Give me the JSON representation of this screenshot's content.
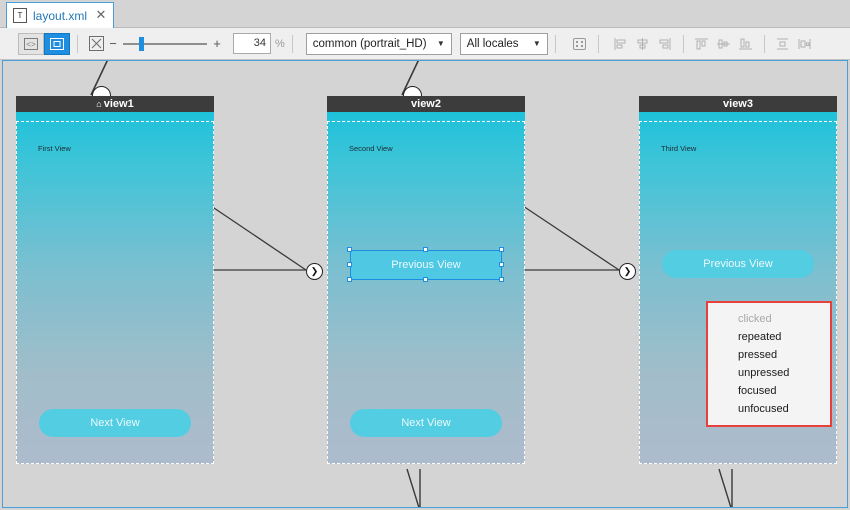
{
  "tab": {
    "label": "layout.xml",
    "icon": "text-file-icon",
    "close_icon": "close-icon"
  },
  "toolbar": {
    "source_toggle": "source-view-icon",
    "design_toggle": "design-view-icon",
    "fit_icon": "fit-to-screen-icon",
    "zoom_minus": "−",
    "zoom_plus": "+",
    "zoom_value": "34",
    "zoom_unit": "%",
    "profile_select": {
      "value": "common (portrait_HD)",
      "caret": "▼"
    },
    "locale_select": {
      "value": "All locales",
      "caret": "▼"
    },
    "grid_icon": "grid-settings-icon",
    "align_icons": [
      "align-left-icon",
      "align-center-horizontal-icon",
      "align-right-icon",
      "align-top-icon",
      "align-middle-vertical-icon",
      "align-bottom-icon",
      "distribute-horizontal-icon",
      "distribute-vertical-icon"
    ]
  },
  "canvas": {
    "views": [
      {
        "title": "view1",
        "home_icon": "home-icon",
        "has_home": true,
        "label": "First View",
        "buttons": [
          {
            "text": "Next View",
            "selected": false
          }
        ]
      },
      {
        "title": "view2",
        "has_home": false,
        "label": "Second View",
        "buttons": [
          {
            "text": "Previous View",
            "selected": true
          },
          {
            "text": "Next View",
            "selected": false
          }
        ]
      },
      {
        "title": "view3",
        "has_home": false,
        "label": "Third View",
        "buttons": [
          {
            "text": "Previous View",
            "selected": false
          }
        ]
      }
    ],
    "badges": [
      {
        "icon": "chevron-down-icon",
        "glyph": "⌄"
      },
      {
        "icon": "chevron-down-icon",
        "glyph": "⌄"
      }
    ],
    "connectors": [
      {
        "icon": "arrow-right-connector-icon",
        "glyph": "❯"
      },
      {
        "icon": "arrow-right-connector-icon",
        "glyph": "❯"
      }
    ],
    "popup": {
      "items": [
        {
          "text": "clicked",
          "disabled": true
        },
        {
          "text": "repeated",
          "disabled": false
        },
        {
          "text": "pressed",
          "disabled": false
        },
        {
          "text": "unpressed",
          "disabled": false
        },
        {
          "text": "focused",
          "disabled": false
        },
        {
          "text": "unfocused",
          "disabled": false
        }
      ],
      "border_color": "#e8413c"
    }
  },
  "colors": {
    "accent": "#1e8fe0",
    "screen_top": "#1ec2db",
    "screen_bottom": "#adbccd",
    "button": "#52cde1",
    "title_bar": "#3c3c3c"
  }
}
